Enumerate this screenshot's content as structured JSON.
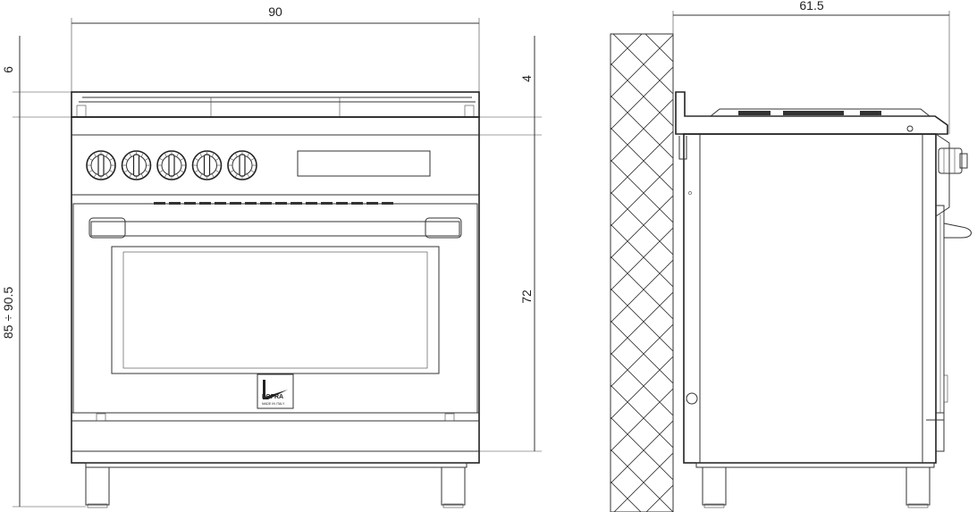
{
  "dimensions": {
    "width": "90",
    "top_offset": "6",
    "total_height": "85 ÷ 90.5",
    "top_thickness": "4",
    "oven_height": "72",
    "depth": "61.5"
  },
  "brand": {
    "logo_name": "LOFRA",
    "tagline": "MADE IN ITALY"
  },
  "front_view": {
    "knob_count": 5
  },
  "colors": {
    "line": "#333333",
    "background": "#ffffff"
  }
}
